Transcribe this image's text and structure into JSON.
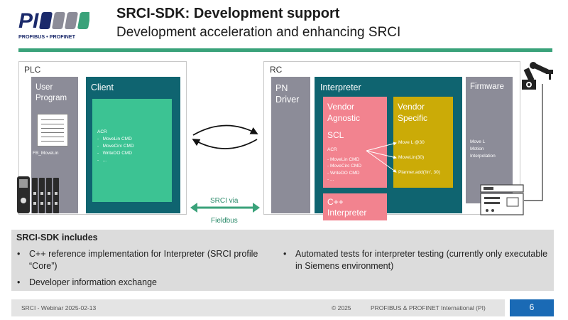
{
  "header": {
    "logo_text": "PI",
    "logo_subtext": "PROFIBUS • PROFINET",
    "title": "SRCI-SDK: Development support",
    "subtitle": "Development acceleration and enhancing SRCI"
  },
  "plc": {
    "label": "PLC",
    "user_program": {
      "title": "User Program",
      "block_label": "FB_MoveLin"
    },
    "client": {
      "title": "Client",
      "list_title": "ACR",
      "items": [
        "MoveLin CMD",
        "MoveCirc CMD",
        "WriteDO CMD",
        "..."
      ]
    }
  },
  "bus": {
    "line1": "SRCI via",
    "line2": "Fieldbus"
  },
  "rc": {
    "label": "RC",
    "pn_driver": "PN Driver",
    "interpreter": {
      "title": "Interpreter",
      "vendor_agnostic": "Vendor Agnostic",
      "scl": "SCL",
      "scl_list_title": "ACR",
      "scl_items": [
        "MoveLin CMD",
        "MoveCirc CMD",
        "WriteDO CMD",
        "..."
      ],
      "vendor_specific": "Vendor Specific",
      "vendor_items": [
        "Move L @30",
        "MoveLin(30)",
        "Planner.add('lin', 30)"
      ],
      "cpp": "C++ Interpreter"
    },
    "firmware": {
      "title": "Firmware",
      "desc": [
        "Move L",
        "Motion",
        "Interpolation"
      ]
    }
  },
  "includes": {
    "title": "SRCI-SDK includes",
    "bullets_left": [
      "C++ reference implementation for Interpreter (SRCI profile “Core”)",
      "Developer information exchange"
    ],
    "bullets_right": [
      "Automated tests for interpreter testing (currently only executable in Siemens environment)"
    ]
  },
  "footer": {
    "left": "SRCI - Webinar 2025-02-13",
    "copyright": "© 2025",
    "org": "PROFIBUS & PROFINET International (PI)",
    "page": "6"
  },
  "colors": {
    "accent_green": "#3aa27a",
    "teal": "#0f6470",
    "mint": "#3cc393",
    "pink": "#f2838f",
    "mustard": "#cbab07",
    "gray_block": "#8c8c98",
    "footer_blue": "#1a6ab5"
  }
}
